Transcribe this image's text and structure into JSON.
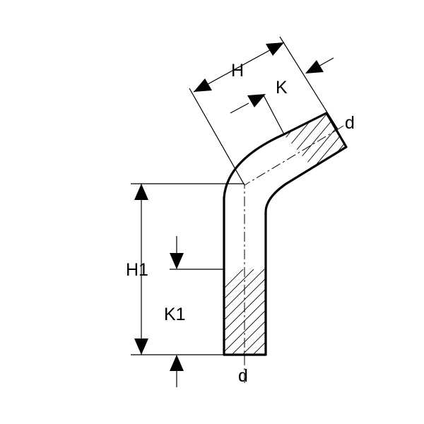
{
  "labels": {
    "H": "H",
    "K": "K",
    "d_top": "d",
    "H1": "H1",
    "K1": "K1",
    "d_bottom": "d"
  }
}
